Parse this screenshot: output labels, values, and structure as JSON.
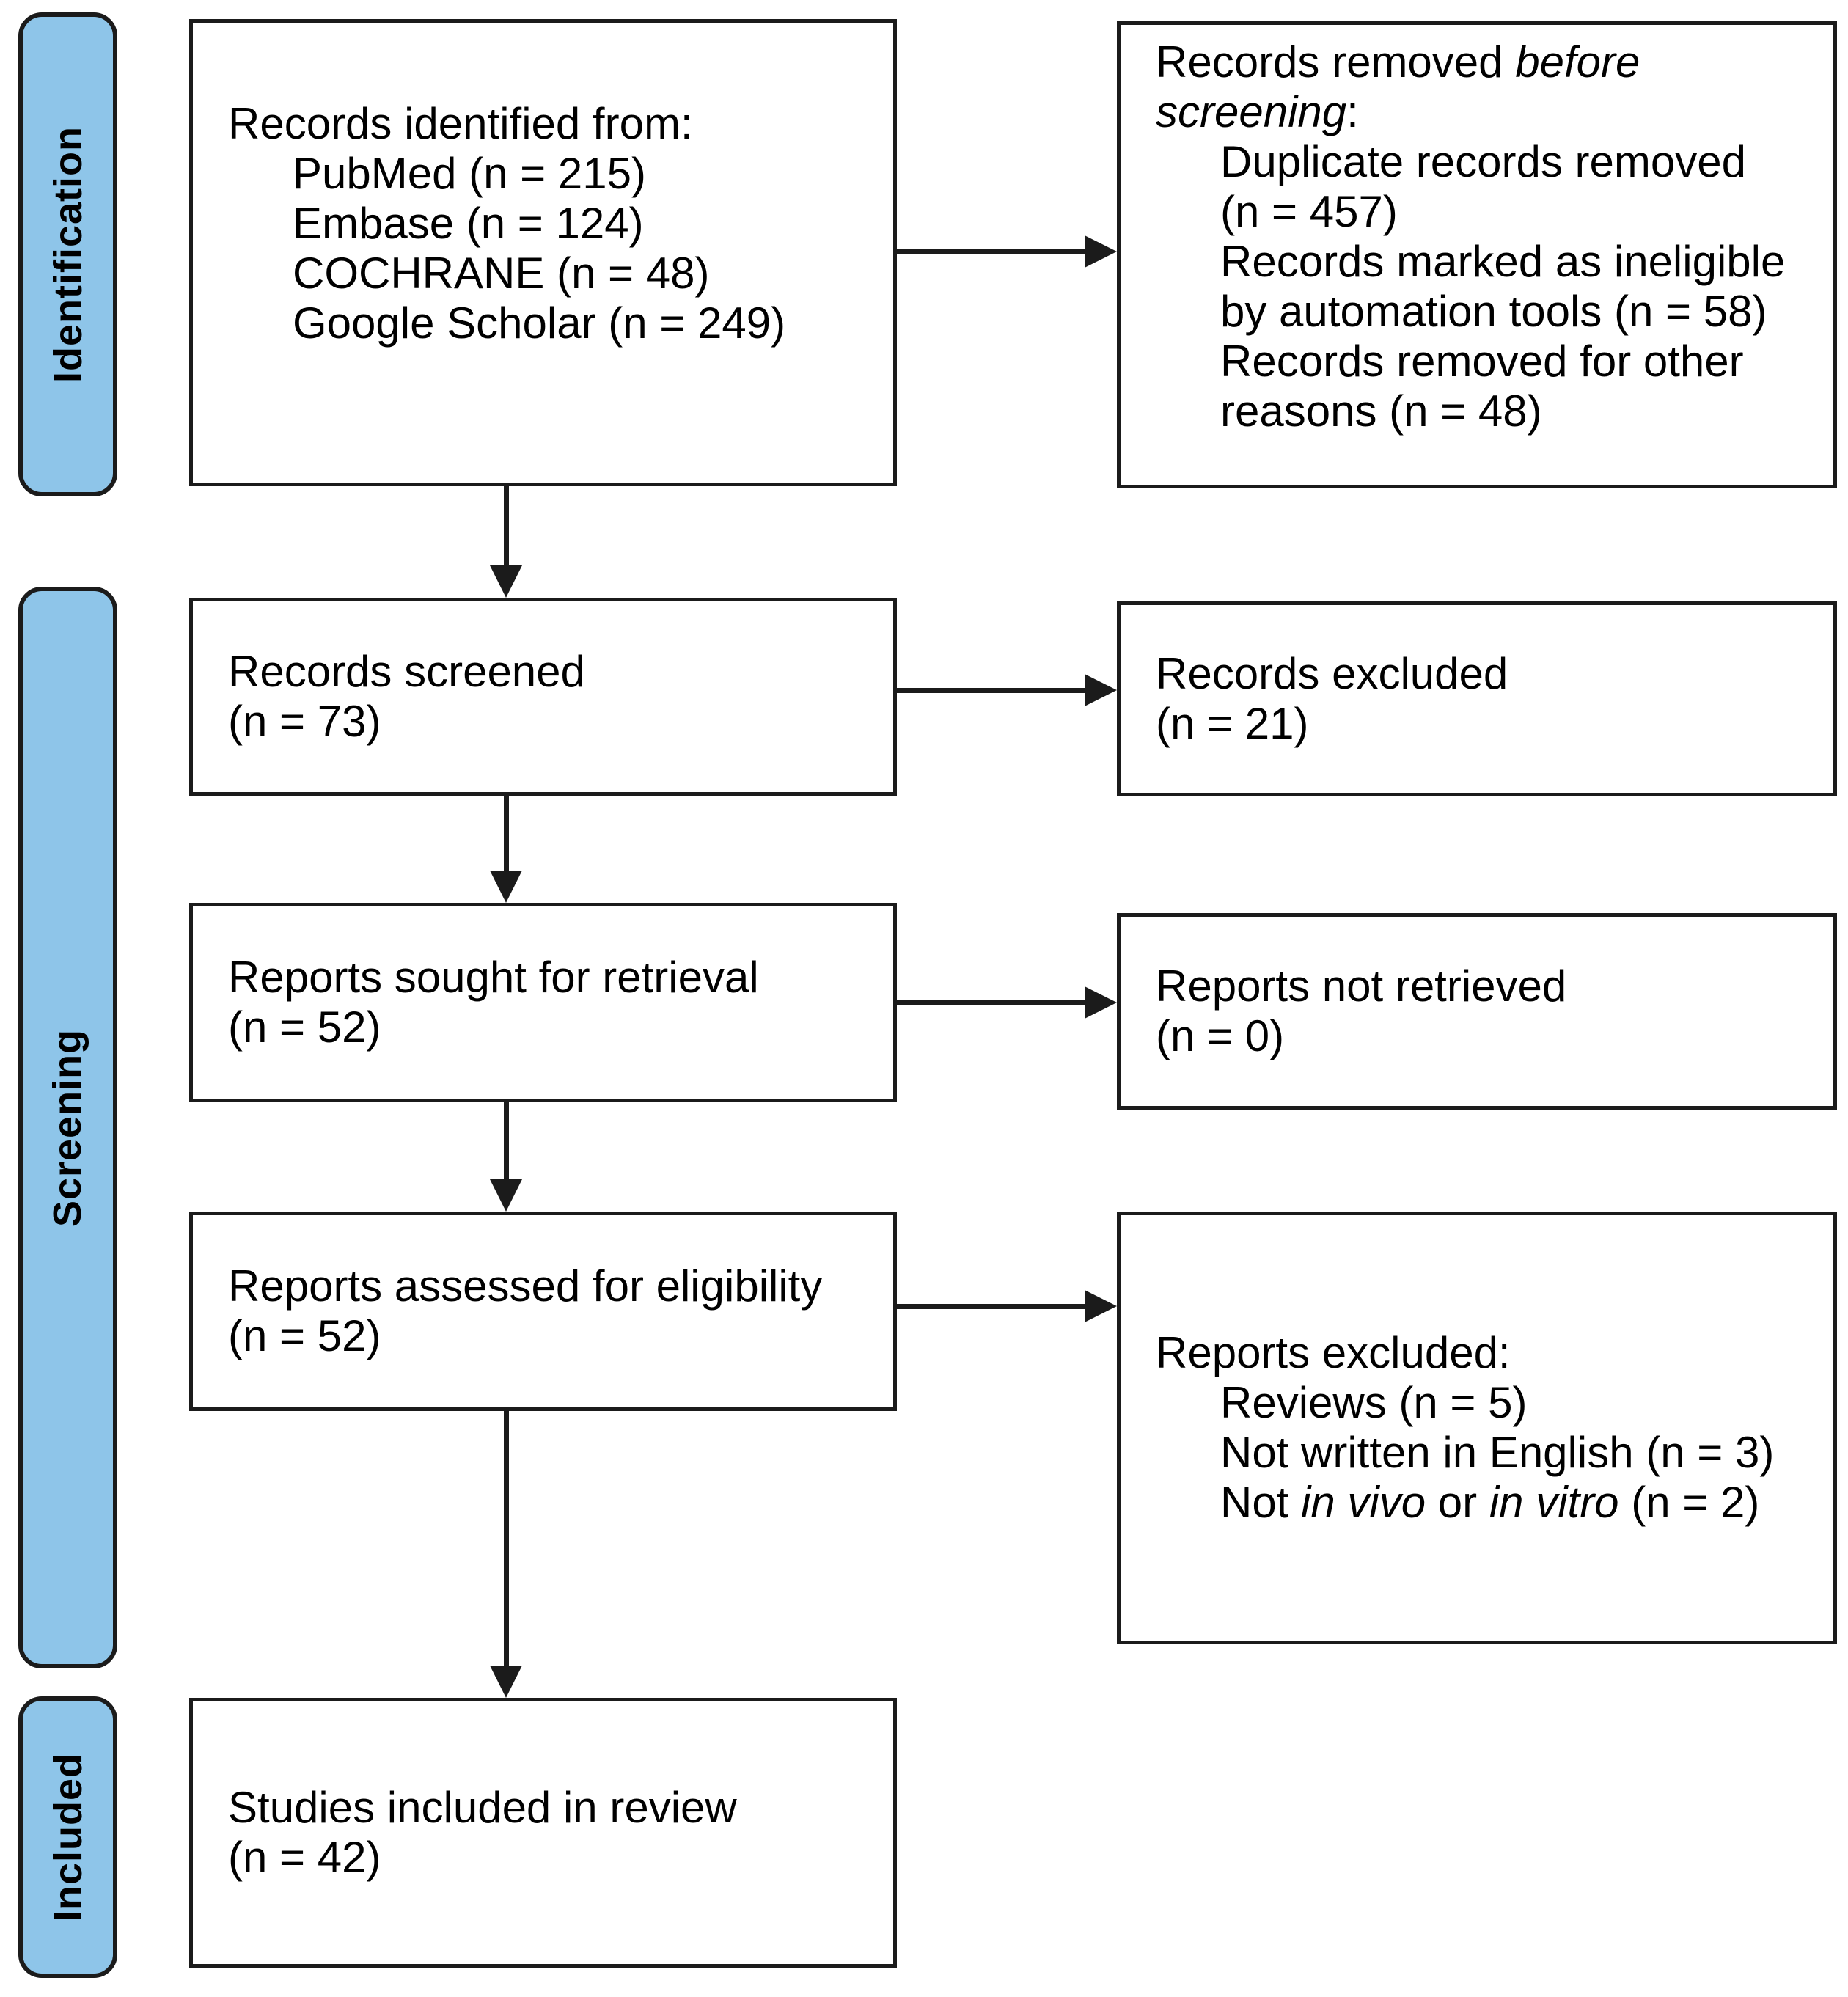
{
  "colors": {
    "page_bg": "#ffffff",
    "box_bg": "#ffffff",
    "stage_fill": "#8EC5E9",
    "line": "#1b1b1b",
    "text": "#000000"
  },
  "stages": {
    "identification": "Identification",
    "screening": "Screening",
    "included": "Included"
  },
  "boxes": {
    "identified": {
      "title": "Records identified from:",
      "items": [
        "PubMed (n = 215)",
        "Embase (n = 124)",
        "COCHRANE (n = 48)",
        "Google Scholar (n = 249)"
      ]
    },
    "removed": {
      "title_normal": "Records removed ",
      "title_italic": "before",
      "line2_italic": "screening",
      "line2_normal": ":",
      "items": [
        "Duplicate records removed",
        "(n = 457)",
        "Records marked as ineligible",
        "by automation tools (n = 58)",
        "Records removed for other",
        "reasons (n = 48)"
      ]
    },
    "screened": {
      "line1": "Records screened",
      "line2": "(n = 73)"
    },
    "records_excluded": {
      "line1": "Records excluded",
      "line2": "(n = 21)"
    },
    "sought": {
      "line1": "Reports sought for retrieval",
      "line2": "(n = 52)"
    },
    "not_retrieved": {
      "line1": "Reports not retrieved",
      "line2": "(n = 0)"
    },
    "assessed": {
      "line1": "Reports assessed for eligibility",
      "line2": "(n = 52)"
    },
    "reports_excluded": {
      "title": "Reports excluded:",
      "items": [
        "Reviews (n = 5)",
        "Not written in English (n = 3)"
      ],
      "last_item": {
        "p0": "Not ",
        "p1": "in vivo",
        "p2": " or ",
        "p3": "in vitro",
        "p4": " (n = 2)"
      }
    },
    "included_studies": {
      "line1": "Studies included in review",
      "line2": "(n = 42)"
    }
  }
}
